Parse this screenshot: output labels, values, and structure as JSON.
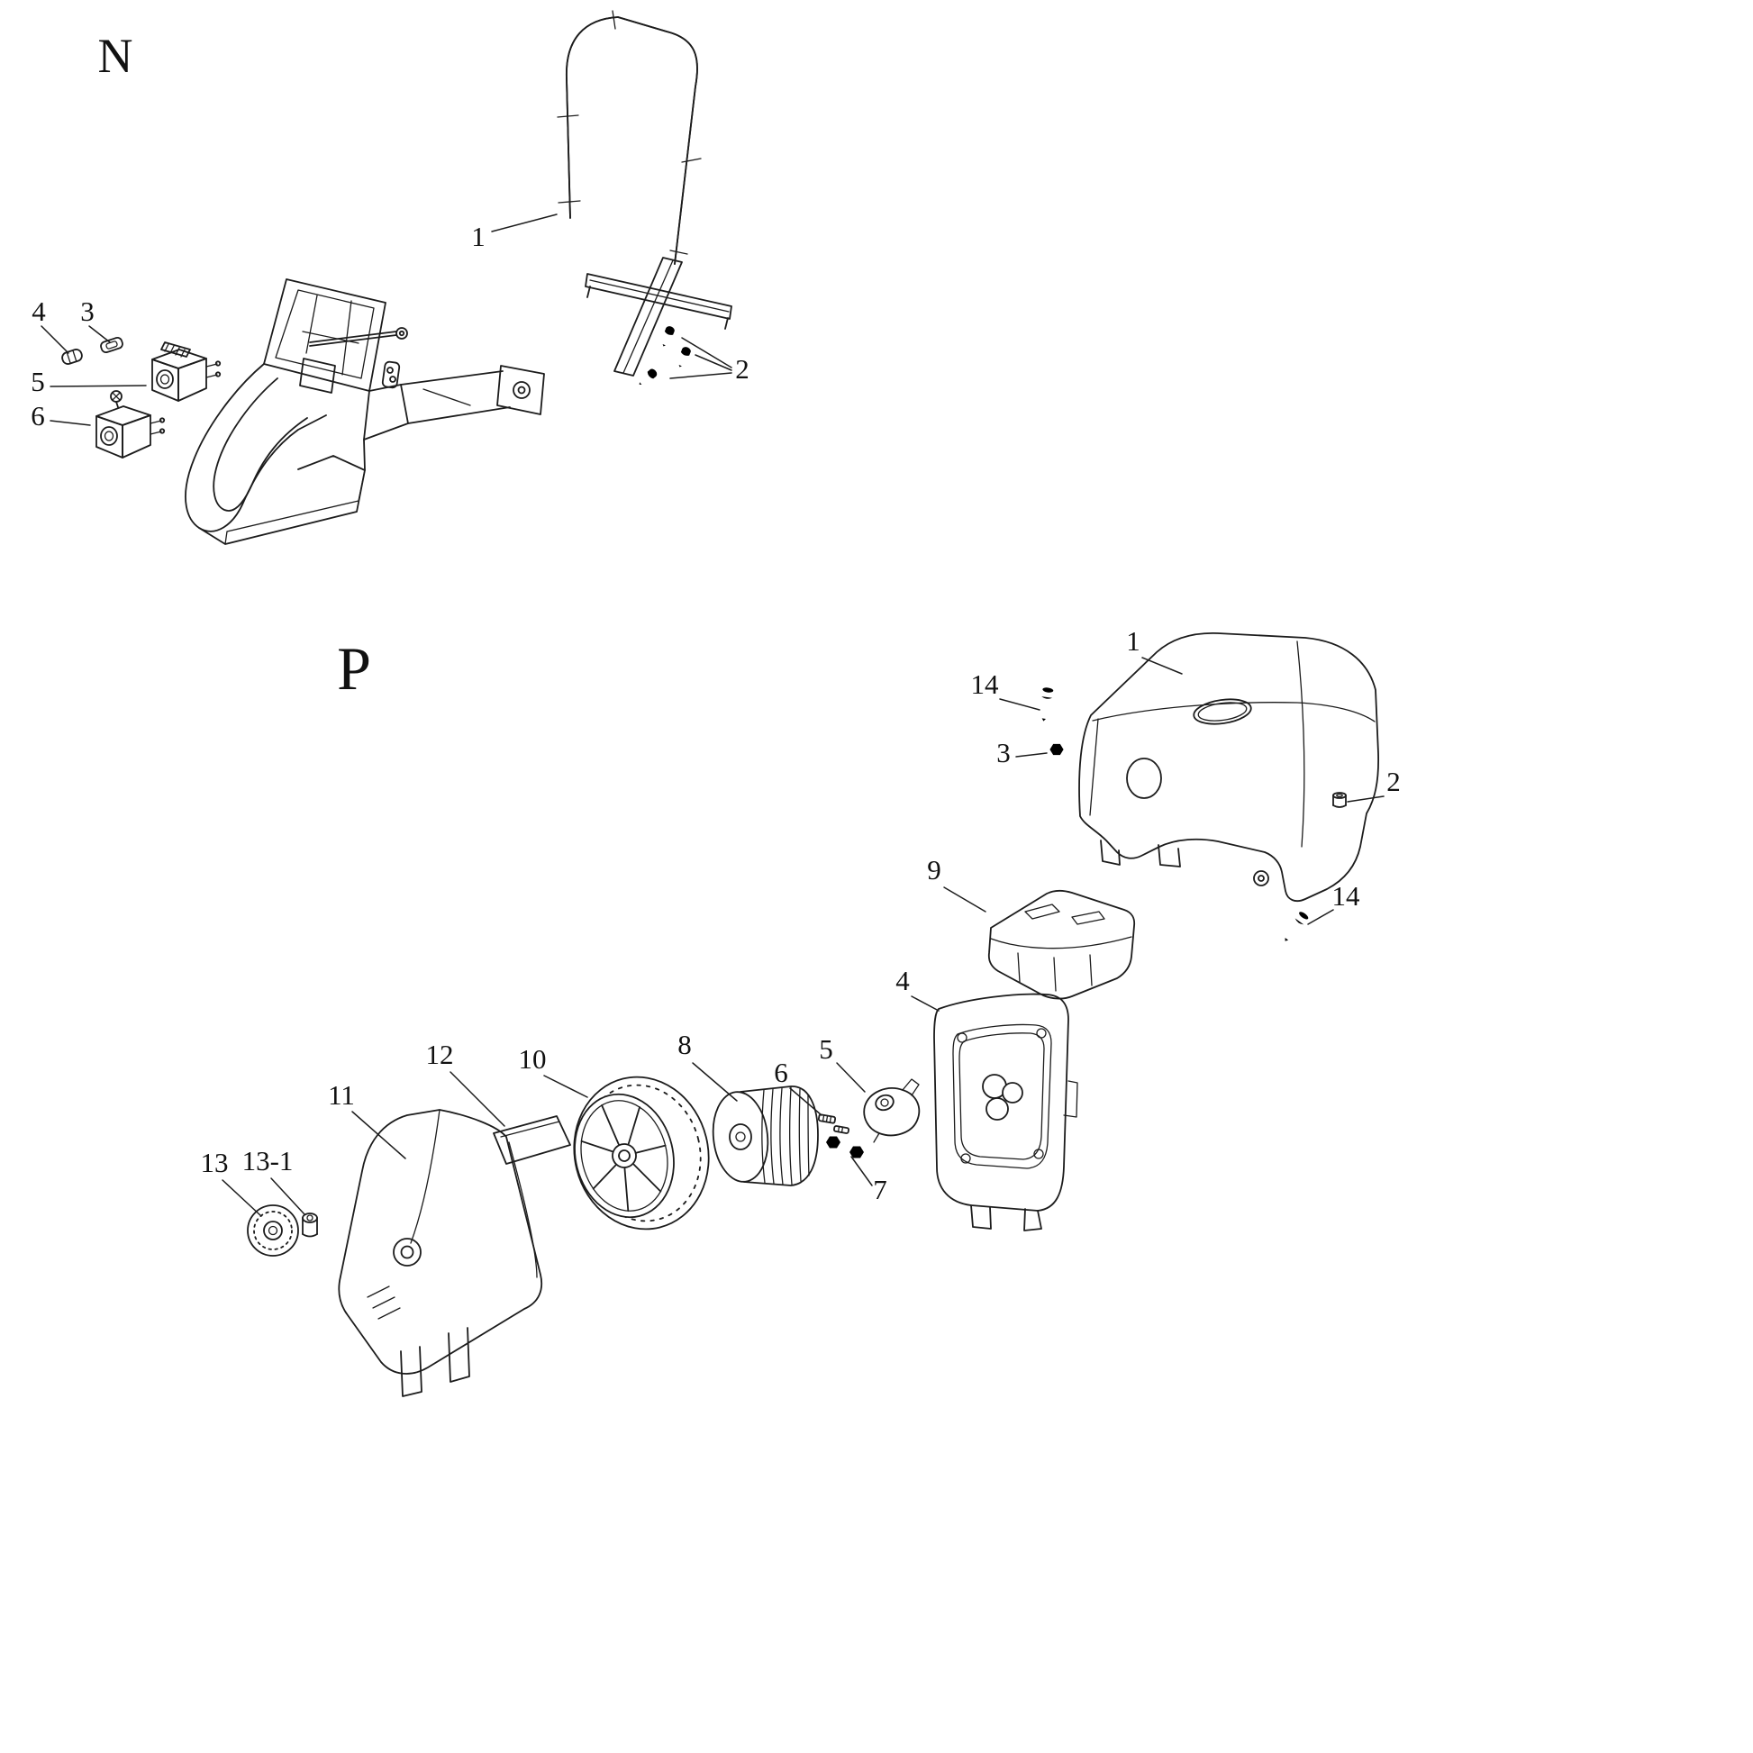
{
  "diagram": {
    "background": "#ffffff",
    "line_color": "#1c1c1c",
    "label_color": "#111111",
    "sections": [
      {
        "label": "N",
        "callouts": [
          "1",
          "2",
          "3",
          "4",
          "5",
          "6"
        ]
      },
      {
        "label": "P",
        "callouts": [
          "1",
          "2",
          "3",
          "4",
          "5",
          "6",
          "7",
          "8",
          "9",
          "10",
          "11",
          "12",
          "13",
          "13-1",
          "14",
          "14"
        ]
      }
    ]
  }
}
